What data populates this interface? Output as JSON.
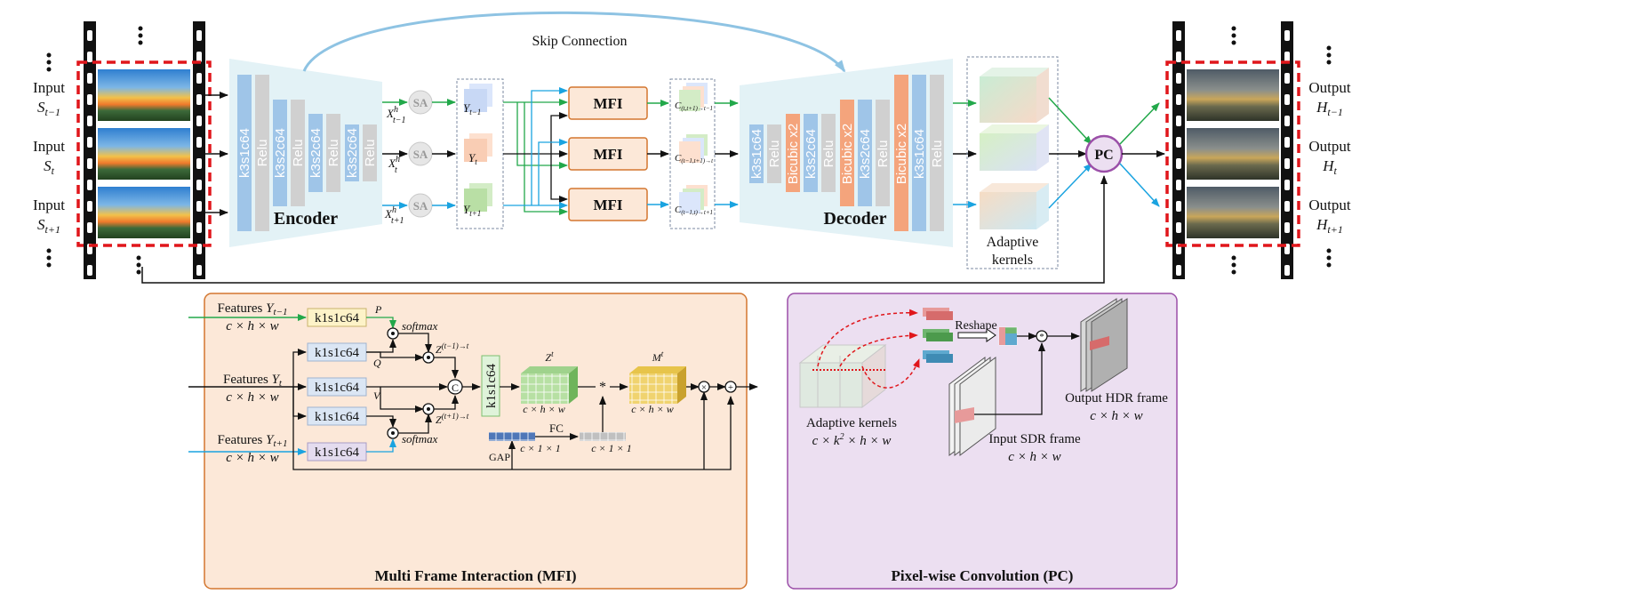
{
  "top": {
    "skip_connection": "Skip Connection",
    "inputs": [
      {
        "word": "Input",
        "sym": "S",
        "sub": "t−1"
      },
      {
        "word": "Input",
        "sym": "S",
        "sub": "t"
      },
      {
        "word": "Input",
        "sym": "S",
        "sub": "t+1"
      }
    ],
    "outputs": [
      {
        "word": "Output",
        "sym": "H",
        "sub": "t−1"
      },
      {
        "word": "Output",
        "sym": "H",
        "sub": "t"
      },
      {
        "word": "Output",
        "sym": "H",
        "sub": "t+1"
      }
    ],
    "encoder": {
      "title": "Encoder",
      "layers": [
        "k3s1c64",
        "Relu",
        "k3s2c64",
        "Relu",
        "k3s2c64",
        "Relu",
        "k3s2c64",
        "Relu"
      ]
    },
    "decoder": {
      "title": "Decoder",
      "layers": [
        "k3s1c64",
        "Relu",
        "Bicubic x2",
        "k3s2c64",
        "Relu",
        "Bicubic x2",
        "k3s2c64",
        "Relu",
        "Bicubic x2",
        "k3s1c64",
        "Relu"
      ]
    },
    "sa_label": "SA",
    "x_labels": [
      {
        "sym": "X",
        "sup": "h",
        "sub": "t−1"
      },
      {
        "sym": "X",
        "sup": "h",
        "sub": "t"
      },
      {
        "sym": "X",
        "sup": "h",
        "sub": "t+1"
      }
    ],
    "y_labels": [
      {
        "sym": "Y",
        "sub": "t−1"
      },
      {
        "sym": "Y",
        "sub": "t"
      },
      {
        "sym": "Y",
        "sub": "t+1"
      }
    ],
    "mfi_label": "MFI",
    "c_labels": [
      {
        "sym": "C",
        "sub": "(t,t+1)→t−1"
      },
      {
        "sym": "C",
        "sub": "(t−1,t+1)→t"
      },
      {
        "sym": "C",
        "sub": "(t−1,t)→t+1"
      }
    ],
    "adaptive_kernels_line1": "Adaptive",
    "adaptive_kernels_line2": "kernels",
    "pc_label": "PC"
  },
  "mfi_panel": {
    "title": "Multi Frame Interaction (MFI)",
    "features": [
      {
        "label": "Features",
        "sym": "Y",
        "sub": "t−1",
        "dims": "c × h × w"
      },
      {
        "label": "Features",
        "sym": "Y",
        "sub": "t",
        "dims": "c × h × w"
      },
      {
        "label": "Features",
        "sym": "Y",
        "sub": "t+1",
        "dims": "c × h × w"
      }
    ],
    "conv_label": "k1s1c64",
    "p": "P",
    "q": "Q",
    "v": "V",
    "softmax": "softmax",
    "z_prev": "Z",
    "z_prev_sup": "(t−1)→t",
    "z_next": "Z",
    "z_next_sup": "(t+1)→t",
    "concat": "C",
    "zt": "Z",
    "zt_sup": "t",
    "zt_dims": "c × h × w",
    "mt": "M",
    "mt_sup": "t",
    "mt_dims": "c × h × w",
    "gap": "GAP",
    "fc": "FC",
    "gap_dims": "c × 1 × 1",
    "fc_dims": "c × 1 × 1",
    "star": "*"
  },
  "pc_panel": {
    "title": "Pixel-wise Convolution (PC)",
    "reshape": "Reshape",
    "adaptive_kernels": "Adaptive kernels",
    "ak_dims": "c × k",
    "ak_dims_sup": "2",
    "ak_dims_tail": " × h × w",
    "input_sdr": "Input SDR frame",
    "input_dims": "c × h × w",
    "output_hdr": "Output HDR frame",
    "output_dims": "c × h × w",
    "star": "*"
  },
  "colors": {
    "green": "#22a84a",
    "blue": "#1aa3e0",
    "red_dash": "#e0161b",
    "encoder_bg": "#e3f2f6",
    "conv_blue": "#9fc5e8",
    "relu_gray": "#d0d0d0",
    "bicubic_orange": "#f4a47c",
    "mfi_bg": "#fce8d8",
    "mfi_border": "#d3762f",
    "pc_bg": "#ecdff1",
    "pc_border": "#9b4fa8"
  }
}
